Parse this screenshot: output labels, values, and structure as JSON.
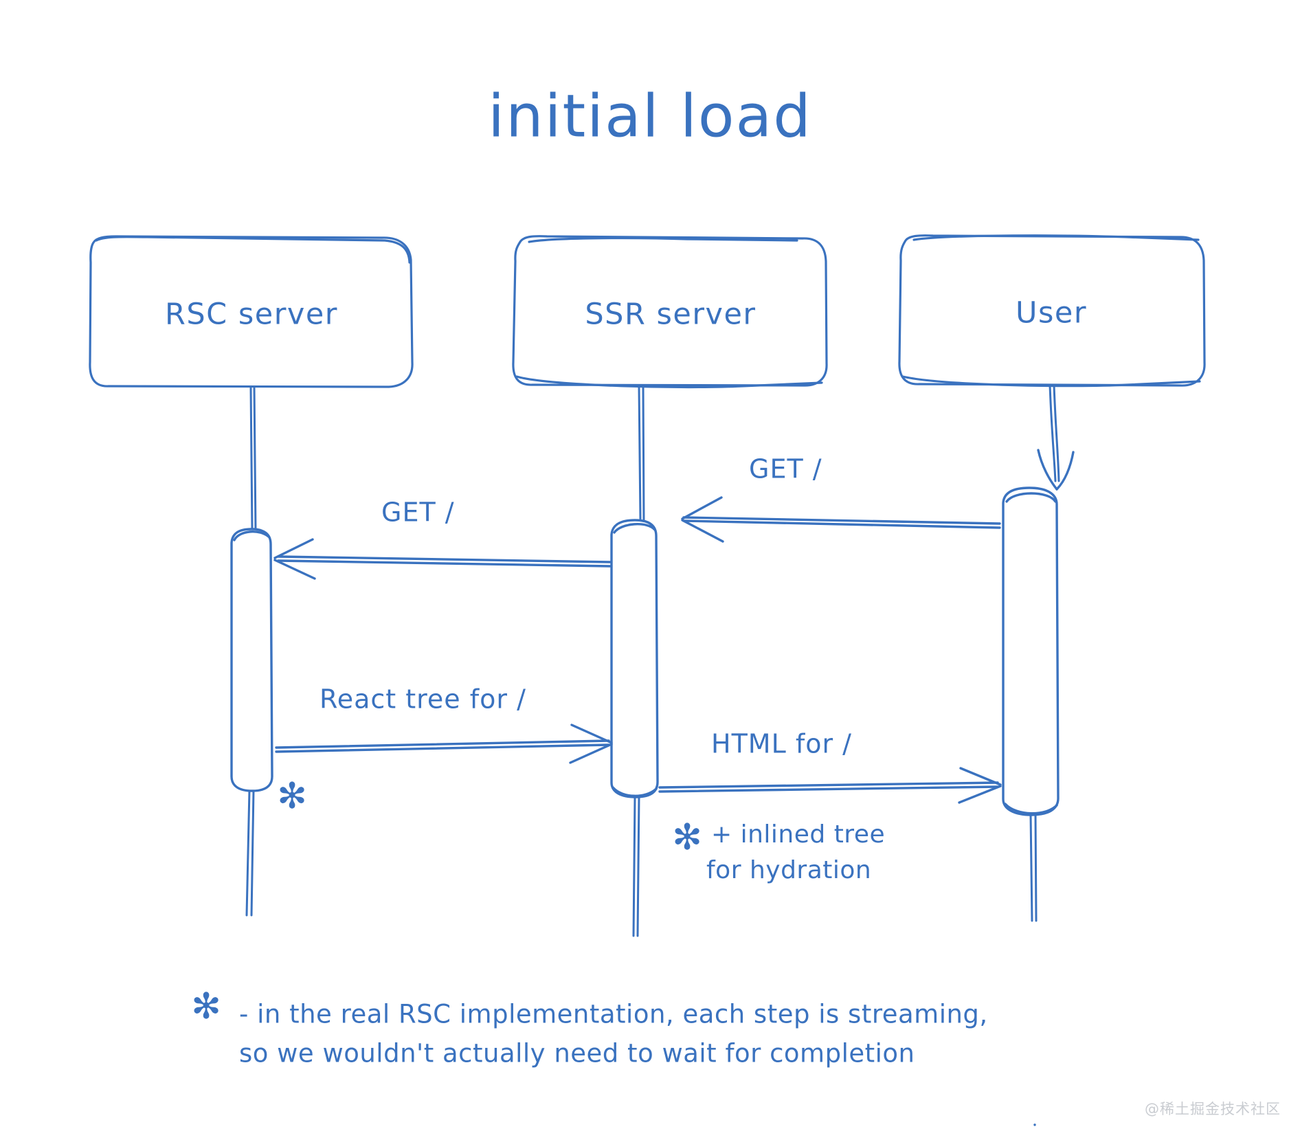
{
  "diagram": {
    "title": "initial load",
    "stroke_color": "#3a72bf",
    "background_color": "#ffffff",
    "style": "hand-drawn sketch sequence diagram",
    "actors": [
      {
        "id": "rsc",
        "label": "RSC server"
      },
      {
        "id": "ssr",
        "label": "SSR server"
      },
      {
        "id": "user",
        "label": "User"
      }
    ],
    "messages": [
      {
        "id": "m1",
        "label": "GET /",
        "from": "user",
        "to": "ssr",
        "direction": "left"
      },
      {
        "id": "m2",
        "label": "GET /",
        "from": "ssr",
        "to": "rsc",
        "direction": "left"
      },
      {
        "id": "m3",
        "label": "React tree for /",
        "from": "rsc",
        "to": "ssr",
        "direction": "right"
      },
      {
        "id": "m4",
        "label": "HTML for /",
        "from": "ssr",
        "to": "user",
        "direction": "right"
      }
    ],
    "marks": {
      "asterisk": "✻"
    },
    "notes": [
      {
        "id": "hydration-note",
        "marker": "✻",
        "lines": [
          "+ inlined tree",
          "for hydration"
        ]
      }
    ],
    "footnote": {
      "marker": "✻",
      "lines": [
        "- in the real RSC implementation, each step is streaming,",
        "so we wouldn't actually need to wait for completion"
      ]
    },
    "watermark": "@稀土掘金技术社区"
  }
}
